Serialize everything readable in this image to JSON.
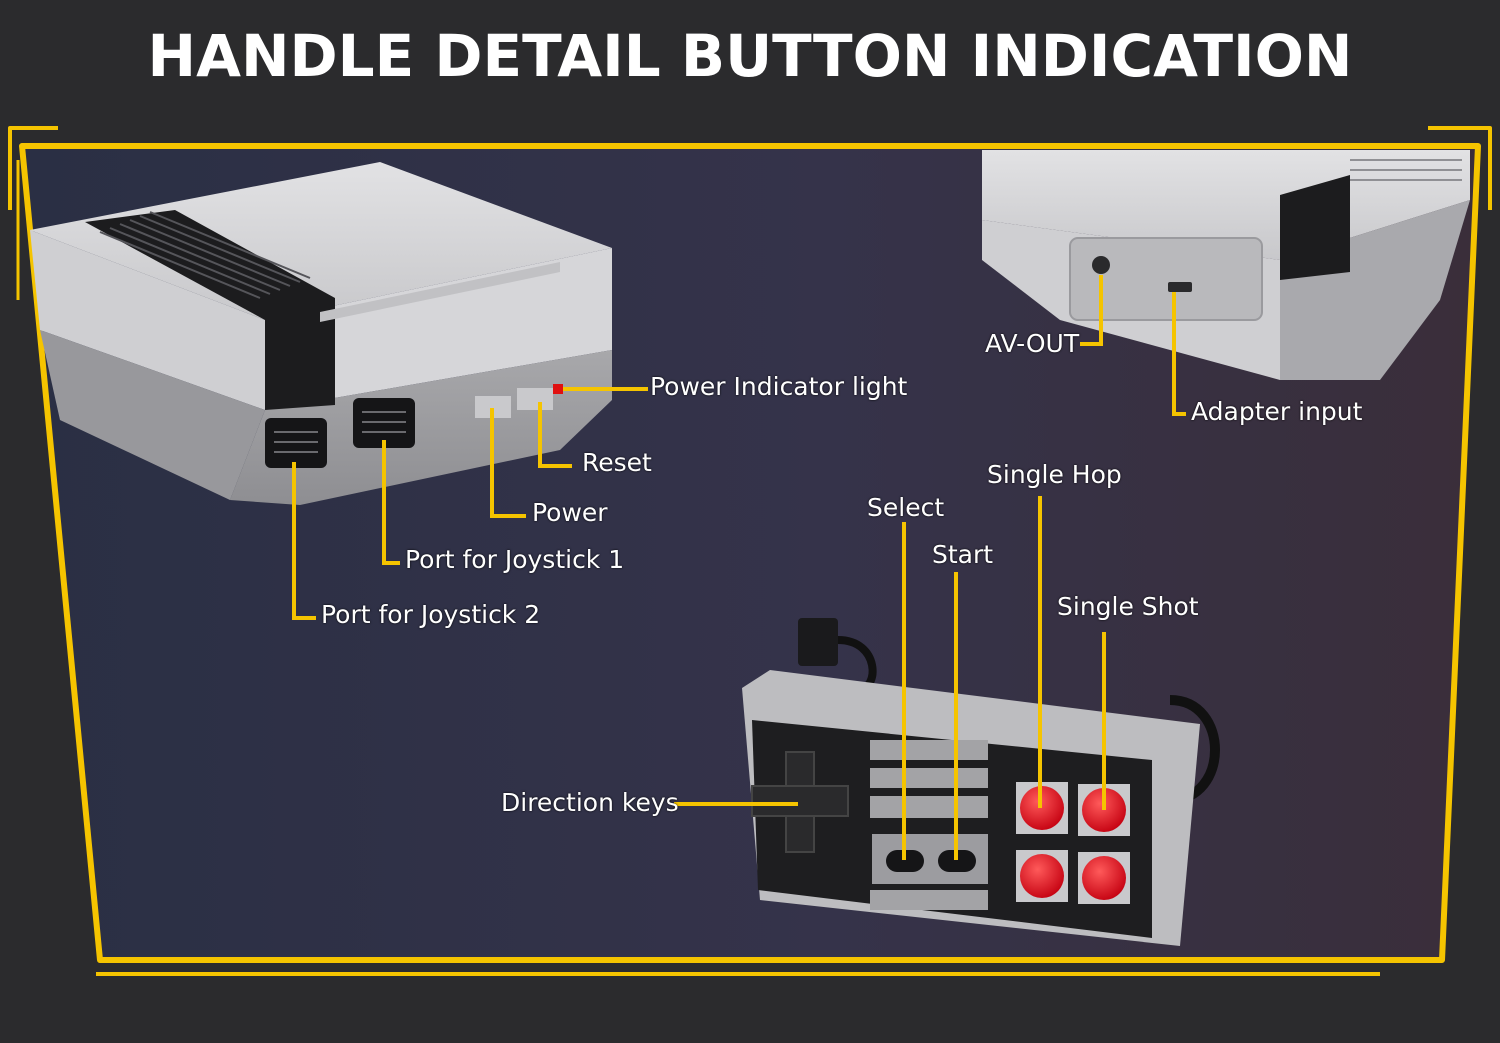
{
  "title": "HANDLE DETAIL BUTTON INDICATION",
  "colors": {
    "background": "#2b2b2d",
    "frame": "#f5c400",
    "leader": "#f5c400",
    "label": "#ffffff",
    "console_body": "#c9c9cc",
    "console_accent": "#1e1e20",
    "button_red": "#e8141e"
  },
  "labels": {
    "power_indicator": "Power Indicator light",
    "reset": "Reset",
    "power": "Power",
    "port1": "Port for Joystick 1",
    "port2": "Port for Joystick 2",
    "av_out": "AV-OUT",
    "adapter": "Adapter input",
    "single_hop": "Single Hop",
    "select": "Select",
    "start": "Start",
    "single_shot": "Single Shot",
    "direction": "Direction keys"
  }
}
